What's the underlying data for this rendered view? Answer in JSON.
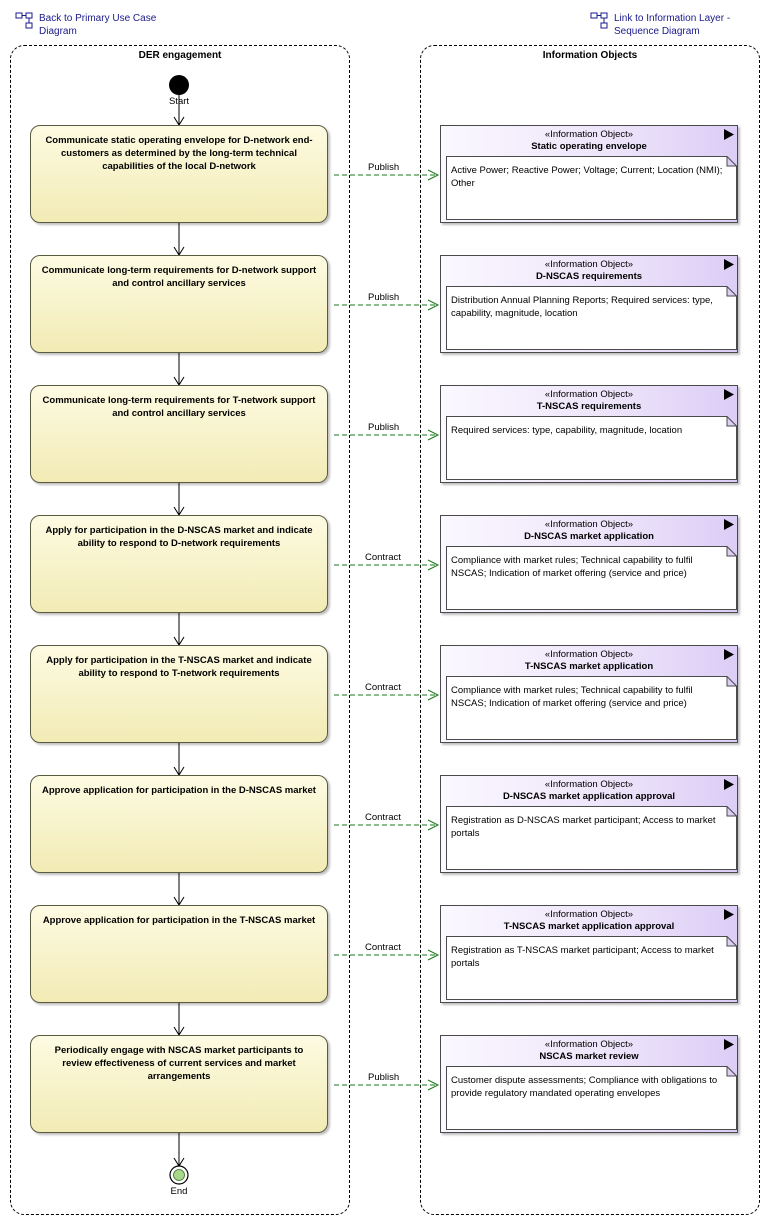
{
  "links": {
    "back": "Back to Primary Use Case Diagram",
    "forward": "Link to Information Layer - Sequence Diagram"
  },
  "lanes": {
    "left_title": "DER engagement",
    "right_title": "Information Objects"
  },
  "start_label": "Start",
  "end_label": "End",
  "colors": {
    "action_fill_top": "#fdfbe2",
    "action_fill_bottom": "#f2ebb5",
    "info_fill_right": "#dccdf6",
    "flow_line": "#1a7a1a",
    "link_text": "#1a1a8c"
  },
  "actions": [
    "Communicate static operating envelope for D-network end-customers as determined by the long-term technical capabilities of the local D-network",
    "Communicate long-term requirements for D-network support and control ancillary services",
    "Communicate long-term requirements for T-network support and control ancillary services",
    "Apply for participation in the D-NSCAS market and indicate ability to respond to D-network requirements",
    "Apply for participation in the T-NSCAS market and indicate ability to respond to T-network requirements",
    "Approve application for participation in the D-NSCAS market",
    "Approve application for participation in the T-NSCAS market",
    "Periodically engage with NSCAS market participants to review effectiveness of current services and market arrangements"
  ],
  "flows": [
    "Publish",
    "Publish",
    "Publish",
    "Contract",
    "Contract",
    "Contract",
    "Contract",
    "Publish"
  ],
  "info_objects": [
    {
      "stereotype": "«Information Object»",
      "name": "Static operating envelope",
      "note": "Active Power; Reactive Power; Voltage; Current; Location (NMI); Other"
    },
    {
      "stereotype": "«Information Object»",
      "name": "D-NSCAS requirements",
      "note": "Distribution Annual Planning Reports; Required services: type, capability, magnitude, location"
    },
    {
      "stereotype": "«Information Object»",
      "name": "T-NSCAS requirements",
      "note": "Required services: type, capability, magnitude, location"
    },
    {
      "stereotype": "«Information Object»",
      "name": "D-NSCAS market application",
      "note": "Compliance with market rules; Technical capability to fulfil NSCAS; Indication of market offering (service and price)"
    },
    {
      "stereotype": "«Information Object»",
      "name": "T-NSCAS market application",
      "note": "Compliance with market rules; Technical capability to fulfil NSCAS; Indication of market offering (service and price)"
    },
    {
      "stereotype": "«Information Object»",
      "name": "D-NSCAS market application approval",
      "note": "Registration as D-NSCAS market participant; Access to market portals"
    },
    {
      "stereotype": "«Information Object»",
      "name": "T-NSCAS market application approval",
      "note": "Registration as T-NSCAS market participant; Access to market portals"
    },
    {
      "stereotype": "«Information Object»",
      "name": "NSCAS market review",
      "note": "Customer dispute assessments; Compliance with obligations to provide regulatory mandated operating envelopes"
    }
  ]
}
